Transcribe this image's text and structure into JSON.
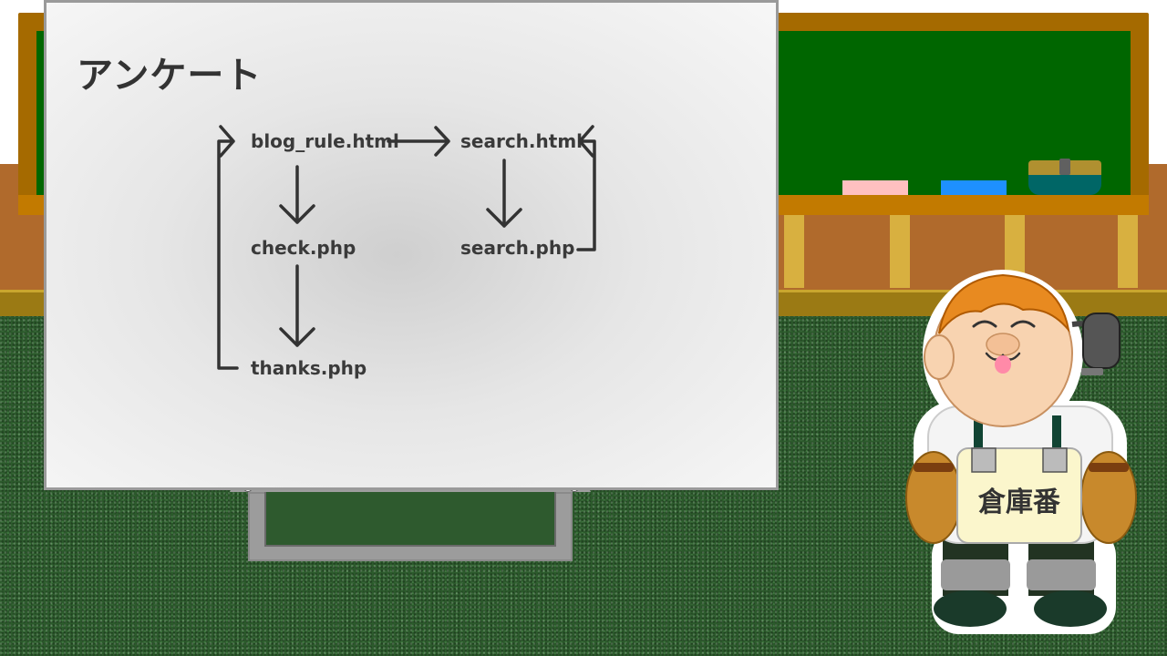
{
  "whiteboard": {
    "title": "アンケート",
    "nodes": {
      "blog_rule": "blog_rule.html",
      "search_html": "search.html",
      "check": "check.php",
      "search_php": "search.php",
      "thanks": "thanks.php"
    }
  },
  "character": {
    "badge": "倉庫番"
  },
  "colors": {
    "chalkboard": "#006600",
    "chalkboard_frame": "#a56a00",
    "floor": "#2c5a2c",
    "wall": "#b06a2c",
    "arrow": "#333333",
    "chalk_pink": "#ffc0c0",
    "chalk_blue": "#1e90ff"
  }
}
